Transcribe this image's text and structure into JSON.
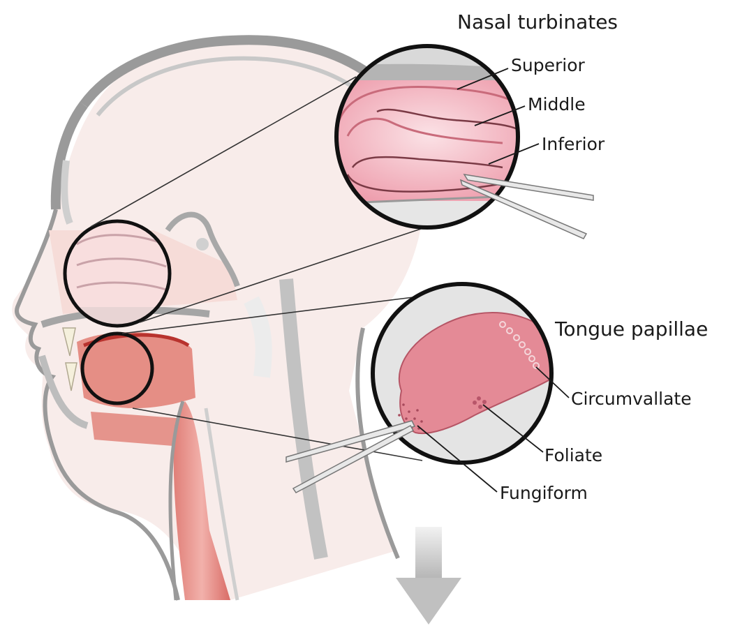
{
  "nasal_section": {
    "title": "Nasal turbinates",
    "labels": {
      "superior": "Superior",
      "middle": "Middle",
      "inferior": "Inferior"
    }
  },
  "tongue_section": {
    "title": "Tongue papillae",
    "labels": {
      "circumvallate": "Circumvallate",
      "foliate": "Foliate",
      "fungiform": "Fungiform"
    }
  },
  "colors": {
    "outline_gray": "#8c8c8c",
    "bone_gray": "#b9b9b9",
    "skin_pink": "#f6e3e0",
    "tissue_pink": "#f2b8b4",
    "muscle_red": "#d9756f",
    "dark_red": "#b8332e",
    "turbinate_pink": "#f2a8b5",
    "tongue_pink": "#e48a96",
    "circle_black": "#111111",
    "arrow_gray": "#c4c4c4"
  }
}
